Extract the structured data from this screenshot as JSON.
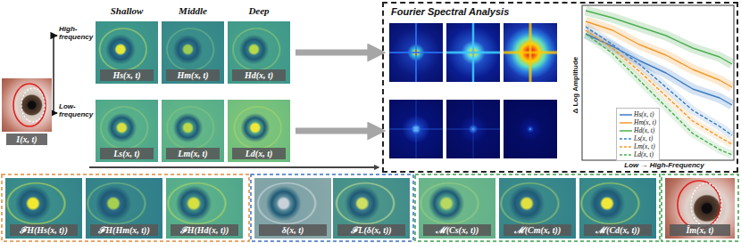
{
  "diagram": {
    "nodes": [
      {
        "text": [
          "I(x, t)"
        ]
      },
      {
        "text": [
          "Hs(x, t)"
        ]
      },
      {
        "text": [
          "Hm(x, t)"
        ]
      },
      {
        "text": [
          "Hd(x, t)"
        ]
      },
      {
        "text": [
          "Ls(x, t)"
        ]
      },
      {
        "text": [
          "Lm(x, t)"
        ]
      },
      {
        "text": [
          "Ld(x, t)"
        ]
      },
      {
        "text": [
          "Fourier Spectral Analysis"
        ]
      },
      {
        "text": [
          "ℱH(Hs(x, t))"
        ]
      },
      {
        "text": [
          "ℱH(Hm(x, t))"
        ]
      },
      {
        "text": [
          "ℱH(Hd(x, t))"
        ]
      },
      {
        "text": [
          "δ(x, t)"
        ]
      },
      {
        "text": [
          "ℱL(δ(x, t))"
        ]
      },
      {
        "text": [
          "ℳ(Cs(x, t))"
        ]
      },
      {
        "text": [
          "ℳ(Cm(x, t))"
        ]
      },
      {
        "text": [
          "ℳ(Cd(x, t))"
        ]
      },
      {
        "text": [
          "Îm(x, t)"
        ]
      }
    ],
    "edges": [
      {
        "from": 3,
        "to": 7,
        "arrow": "to"
      },
      {
        "from": 6,
        "to": 7,
        "arrow": "to"
      }
    ],
    "labels": [
      "Shallow",
      "Middle",
      "Deep",
      "High-frequency",
      "Low-frequency",
      "Δ Log Amplitude",
      "Low → High-Frequency"
    ],
    "legend": [
      {
        "text": "Hs(x, t)"
      },
      {
        "text": "Hm(x, t)"
      },
      {
        "text": "Hd(x, t)"
      },
      {
        "text": "Ls(x, t)"
      },
      {
        "text": "Lm(x, t)"
      },
      {
        "text": "Ld(x, t)"
      }
    ]
  }
}
